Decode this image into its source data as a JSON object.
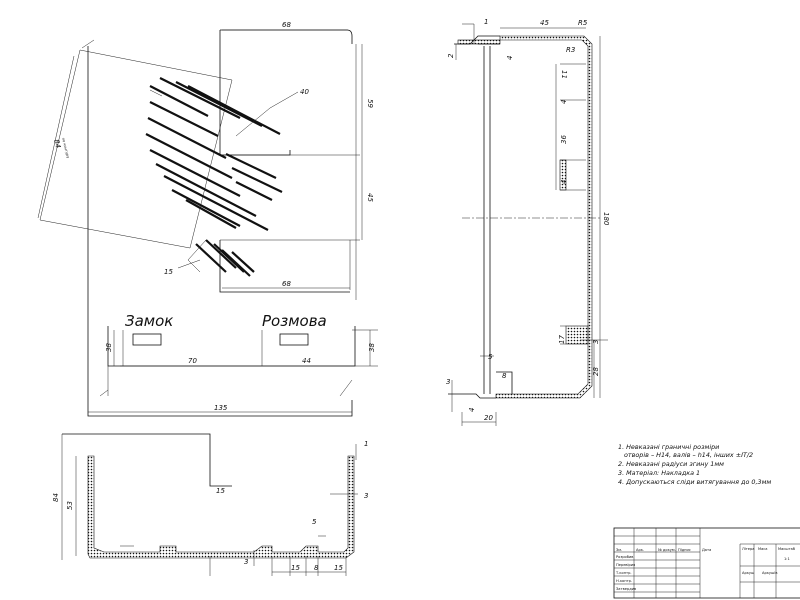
{
  "flat_pattern": {
    "label_lock": "Замок",
    "label_expansion": "Розмова",
    "dim_68_top": "68",
    "dim_68_bottom": "68",
    "dim_59": "59",
    "dim_45": "45",
    "dim_84_rotated": "84",
    "dim_84_sub": "по контуру",
    "dim_40": "40",
    "dim_15": "15",
    "dim_70": "70",
    "dim_44": "44",
    "dim_38_left": "38",
    "dim_38_right": "38",
    "dim_135": "135"
  },
  "section_view": {
    "dim_1_top": "1",
    "dim_45": "45",
    "dim_r5": "R5",
    "dim_r3": "R3",
    "dim_2": "2",
    "dim_4_top": "4",
    "dim_11": "11",
    "dim_4_mid": "4",
    "dim_36": "36",
    "dim_4_low": "4",
    "dim_180": "180",
    "dim_17": "17",
    "dim_3_side": "3",
    "dim_28": "28",
    "dim_5": "5",
    "dim_8": "8",
    "dim_3_bottom": "3",
    "dim_4_bottom": "4",
    "dim_20": "20"
  },
  "bottom_view": {
    "dim_84": "84",
    "dim_53": "53",
    "dim_15_top": "15",
    "dim_1": "1",
    "dim_3_right": "3",
    "dim_5": "5",
    "dim_3_left": "3",
    "dim_15_a": "15",
    "dim_8": "8",
    "dim_15_b": "15"
  },
  "notes": {
    "n1a": "1. Невказані граничні розміри",
    "n1b": "отворів – H14, валів – h14, інших ±IT/2",
    "n2": "2. Невказані радіуси згину 1мм",
    "n3": "3. Матеріал: Накладка 1",
    "n4": "4. Допускаються сліди витягування до 0,3мм"
  },
  "title_block": {
    "row_a": "Розробив",
    "row_b": "Перевірив",
    "row_c": "Т.контр.",
    "row_d": "Н.контр.",
    "row_e": "Затвердив",
    "cell_f": "Літера",
    "cell_g": "Маса",
    "cell_h": "Масштаб",
    "cell_i": "Аркуш",
    "cell_j": "Аркушів",
    "cell_k": "1:1",
    "col_a": "Зм.",
    "col_b": "Арк.",
    "col_c": "№ докум.",
    "col_d": "Підпис",
    "col_e": "Дата"
  },
  "colors": {
    "line": "#111111",
    "background": "#ffffff"
  }
}
